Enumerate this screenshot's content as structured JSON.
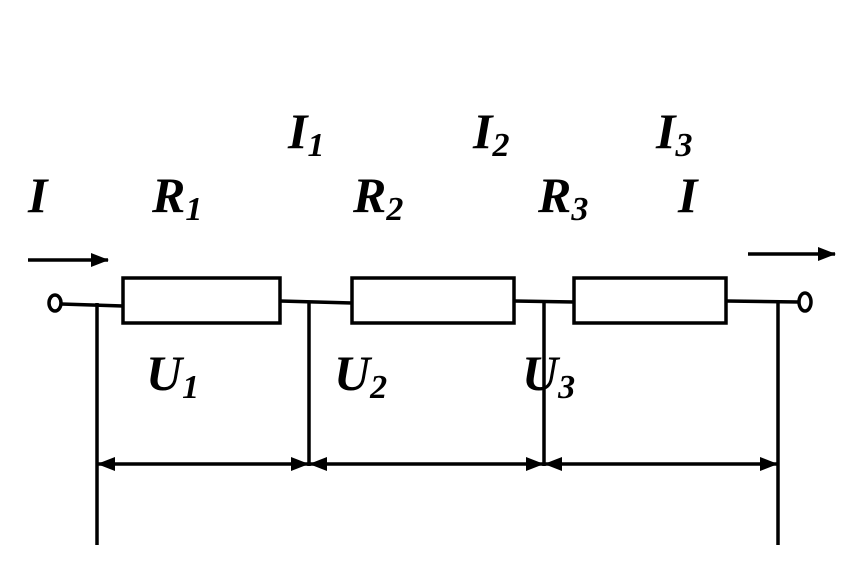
{
  "labels": {
    "current_in": "I",
    "current_out": "I",
    "r1": {
      "main": "R",
      "sub": "1"
    },
    "r2": {
      "main": "R",
      "sub": "2"
    },
    "r3": {
      "main": "R",
      "sub": "3"
    },
    "i1": {
      "main": "I",
      "sub": "1"
    },
    "i2": {
      "main": "I",
      "sub": "2"
    },
    "i3": {
      "main": "I",
      "sub": "3"
    },
    "u1": {
      "main": "U",
      "sub": "1"
    },
    "u2": {
      "main": "U",
      "sub": "2"
    },
    "u3": {
      "main": "U",
      "sub": "3"
    }
  }
}
